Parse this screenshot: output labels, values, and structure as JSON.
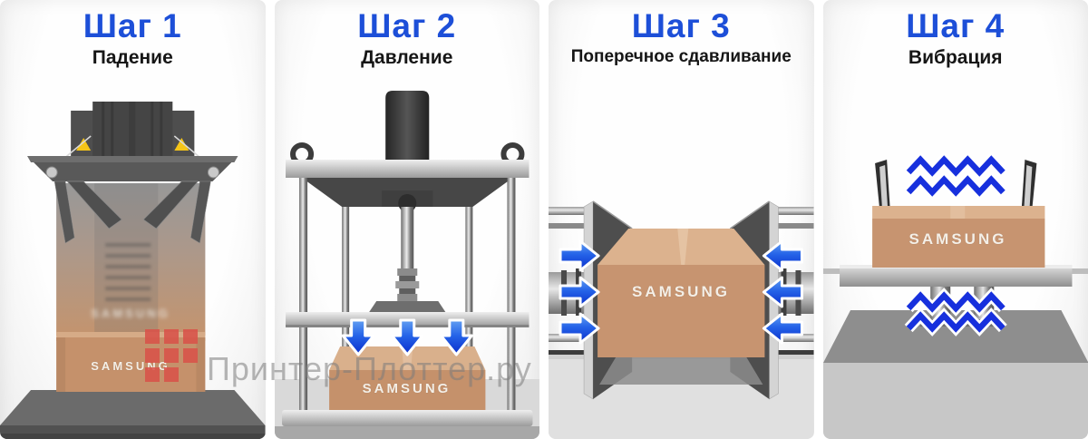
{
  "watermark": {
    "text": "Принтер-Плоттер.ру",
    "logo": "red-grid-logo",
    "logo_color": "#d9534a",
    "text_color": "#7d7d7d"
  },
  "colors": {
    "title_blue": "#1d4fd8",
    "subtitle_black": "#161616",
    "arrow_blue_dark": "#0a2ecc",
    "arrow_blue_light": "#63a0f2",
    "zigzag_blue": "#1730dd",
    "box_tan": "#c79470",
    "box_top_tan": "#dcb28e",
    "metal_gray": "#bdbdbd",
    "dark_gray": "#4e4e4e",
    "warning_yellow": "#f5c518"
  },
  "panels": [
    {
      "step": "Шаг 1",
      "name": "Падение",
      "box_label": "SAMSUNG"
    },
    {
      "step": "Шаг 2",
      "name": "Давление",
      "box_label": "SAMSUNG"
    },
    {
      "step": "Шаг 3",
      "name": "Поперечное сдавливание",
      "box_label": "SAMSUNG"
    },
    {
      "step": "Шаг 4",
      "name": "Вибрация",
      "box_label": "SAMSUNG"
    }
  ]
}
